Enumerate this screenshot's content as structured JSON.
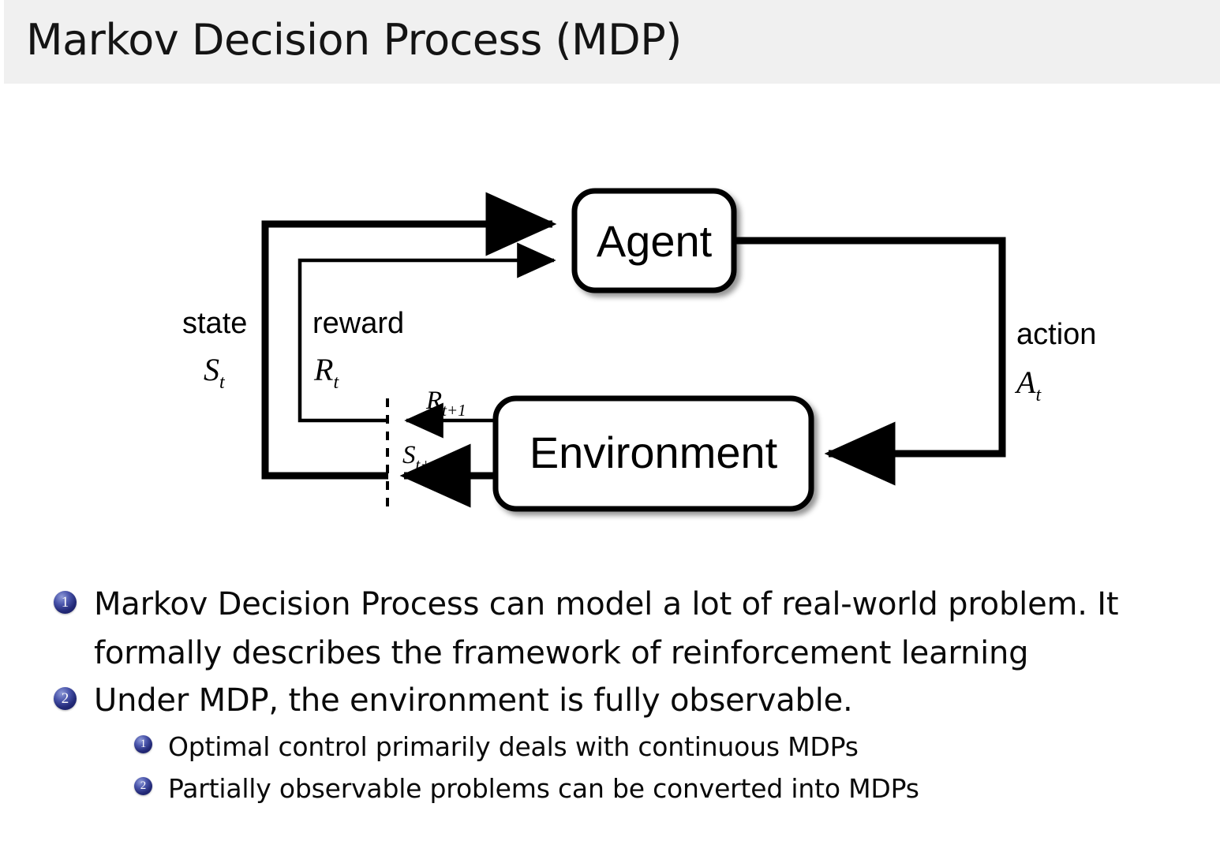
{
  "slide": {
    "title": "Markov Decision Process (MDP)",
    "title_bar_color": "#f0f0f0",
    "background_color": "#ffffff",
    "text_color": "#0a0a0a",
    "bullet_marker_color": "#232a78"
  },
  "diagram": {
    "name": "agent-environment-interaction-loop",
    "agent_box_label": "Agent",
    "environment_box_label": "Environment",
    "state_label_word": "state",
    "state_label_symbol": "S",
    "state_label_subscript": "t",
    "reward_label_word": "reward",
    "reward_label_symbol": "R",
    "reward_label_subscript": "t",
    "action_label_word": "action",
    "action_label_symbol": "A",
    "action_label_subscript": "t",
    "next_reward_symbol": "R",
    "next_reward_subscript": "t+1",
    "next_state_symbol": "S",
    "next_state_subscript": "t+1"
  },
  "bullets": [
    {
      "number": "1",
      "line1": "Markov Decision Process can model a lot of real-world problem.  It",
      "line2": "formally describes the framework of reinforcement learning"
    },
    {
      "number": "2",
      "line1": "Under MDP, the environment is fully observable.",
      "line2": ""
    }
  ],
  "sub_bullets": [
    {
      "number": "1",
      "text": "Optimal control primarily deals with continuous MDPs"
    },
    {
      "number": "2",
      "text": "Partially observable problems can be converted into MDPs"
    }
  ]
}
